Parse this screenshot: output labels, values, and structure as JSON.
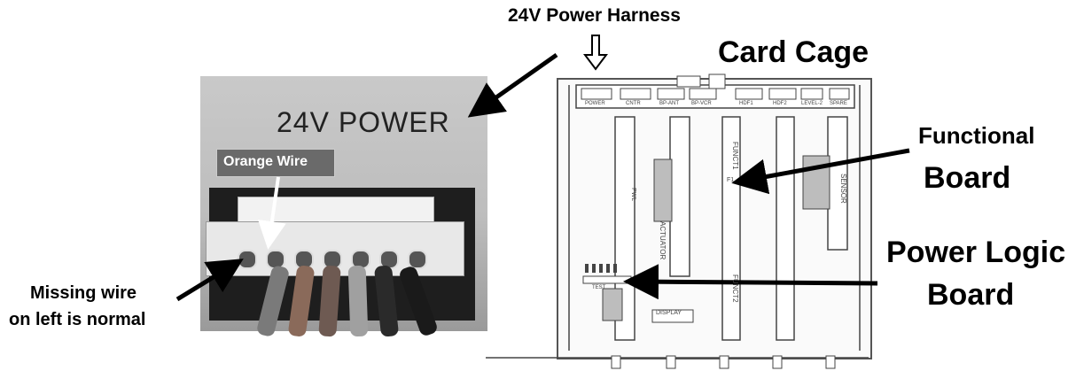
{
  "labels": {
    "harness": "24V Power Harness",
    "card_cage": "Card Cage",
    "functional_1": "Functional",
    "functional_2": "Board",
    "power_logic_1": "Power Logic",
    "power_logic_2": "Board",
    "missing_1": "Missing wire",
    "missing_2": "on left is normal",
    "orange_wire": "Orange Wire",
    "photo_title": "24V POWER"
  },
  "board_labels": {
    "power": "POWER",
    "actuator": "ACTUATOR",
    "sensor": "SENSOR",
    "display": "DISPLAY",
    "func1": "FUNCT1",
    "func2": "FUNCT2",
    "test": "TEST",
    "pwl": "PWL",
    "f1": "F1",
    "cntr": "CNTR",
    "bp_ant": "BP-ANT",
    "bp_vcr": "BP-VCR",
    "hdf1": "HDF1",
    "hdf2": "HDF2",
    "level_2": "LEVEL-2",
    "spare": "SPARE"
  },
  "colors": {
    "arrow": "#000000",
    "photo_bg": "#c4c4c4",
    "line_art": "#444444"
  }
}
